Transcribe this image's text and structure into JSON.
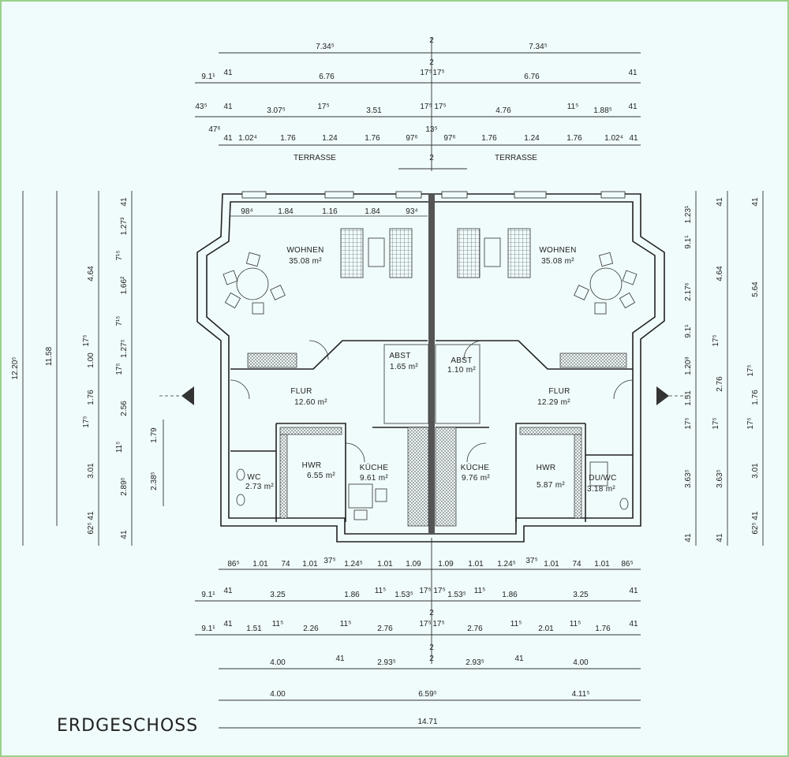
{
  "title": "ERDGESCHOSS",
  "top_dims": {
    "row1": [
      "7.34⁵",
      "2",
      "7.34⁵"
    ],
    "row1b": [
      "2"
    ],
    "row2": [
      "9.1¹",
      "41",
      "6.76",
      "17⁵",
      "17⁵",
      "6.76",
      "41"
    ],
    "row3": [
      "43⁵",
      "41",
      "3.07⁵",
      "17⁵",
      "3.51",
      "17⁵",
      "17⁵",
      "4.76",
      "11⁵",
      "1.88⁵",
      "41"
    ],
    "row4a": [
      "47⁶",
      "13⁵"
    ],
    "row4": [
      "41",
      "1.02⁴",
      "1.76",
      "1.24",
      "1.76",
      "97⁶",
      "97⁶",
      "1.76",
      "1.24",
      "1.76",
      "1.02⁴",
      "41"
    ],
    "terrace": [
      "TERRASSE",
      "2",
      "TERRASSE"
    ]
  },
  "inner_dims": [
    "98⁴",
    "1.84",
    "1.16",
    "1.84",
    "93⁴"
  ],
  "bottom_dims": {
    "row1": [
      "86⁵",
      "1.01",
      "74",
      "1.01",
      "37⁵",
      "1.24⁵",
      "1.01",
      "1.09",
      "1.09",
      "1.01",
      "1.24⁵",
      "37⁵",
      "1.01",
      "74",
      "1.01",
      "86⁵"
    ],
    "row2": [
      "9.1¹",
      "41",
      "3.25",
      "1.86",
      "11⁵",
      "1.53⁵",
      "17⁵",
      "17⁵",
      "1.53⁵",
      "11⁵",
      "1.86",
      "3.25",
      "41"
    ],
    "row2b": [
      "2"
    ],
    "row3": [
      "9.1¹",
      "41",
      "1.51",
      "11⁵",
      "2.26",
      "11⁵",
      "2.76",
      "17⁵",
      "17⁵",
      "2.76",
      "11⁵",
      "2.01",
      "11⁵",
      "1.76",
      "41"
    ],
    "row3b": [
      "2"
    ],
    "row4": [
      "4.00",
      "41",
      "2.93⁵",
      "2",
      "2.93⁵",
      "41",
      "4.00"
    ],
    "row5": [
      "4.00",
      "6.59⁵",
      "4.11⁵"
    ],
    "row6": [
      "14.71"
    ]
  },
  "left_dims": {
    "outer": [
      "12.20⁵"
    ],
    "mid": [
      "11.58"
    ],
    "col3": [
      "4.64",
      "17⁵",
      "1.00",
      "1.76",
      "17⁵",
      "3.01",
      "62⁵",
      "41"
    ],
    "col4": [
      "41",
      "1.27³",
      "7¹⁵",
      "1.66²",
      "7¹⁵",
      "1.27⁵",
      "17⁵",
      "2.56",
      "11⁵",
      "2.89⁵",
      "41"
    ],
    "col5": [
      "1.79",
      "2.38⁵"
    ]
  },
  "right_dims": {
    "col1": [
      "1.23¹",
      "9.1¹",
      "2.17⁶",
      "9.1¹",
      "1.20⁸",
      "1.51",
      "17⁵",
      "3.63⁵",
      "41"
    ],
    "col2": [
      "41",
      "4.64",
      "17⁵",
      "2.76",
      "17⁵",
      "3.63⁵",
      "41"
    ],
    "col3": [
      "41",
      "5.64",
      "17⁵",
      "1.76",
      "17⁵",
      "3.01",
      "62⁵",
      "41"
    ]
  },
  "rooms": {
    "wohnen_left": {
      "name": "WOHNEN",
      "area": "35.08 m²"
    },
    "wohnen_right": {
      "name": "WOHNEN",
      "area": "35.08 m²"
    },
    "flur_left": {
      "name": "FLUR",
      "area": "12.60 m²"
    },
    "flur_right": {
      "name": "FLUR",
      "area": "12.29 m²"
    },
    "abst_left": {
      "name": "ABST",
      "area": "1.65 m²"
    },
    "abst_right": {
      "name": "ABST",
      "area": "1.10 m²"
    },
    "wc_left": {
      "name": "WC",
      "area": "2.73 m²"
    },
    "hwr_left": {
      "name": "HWR",
      "area": "6.55 m²"
    },
    "kuche_left": {
      "name": "KÜCHE",
      "area": "9.61 m²"
    },
    "kuche_right": {
      "name": "KÜCHE",
      "area": "9.76 m²"
    },
    "hwr_right": {
      "name": "HWR",
      "area": "5.87 m²"
    },
    "duwc_right": {
      "name": "DU/WC",
      "area": "3.18 m²"
    }
  }
}
